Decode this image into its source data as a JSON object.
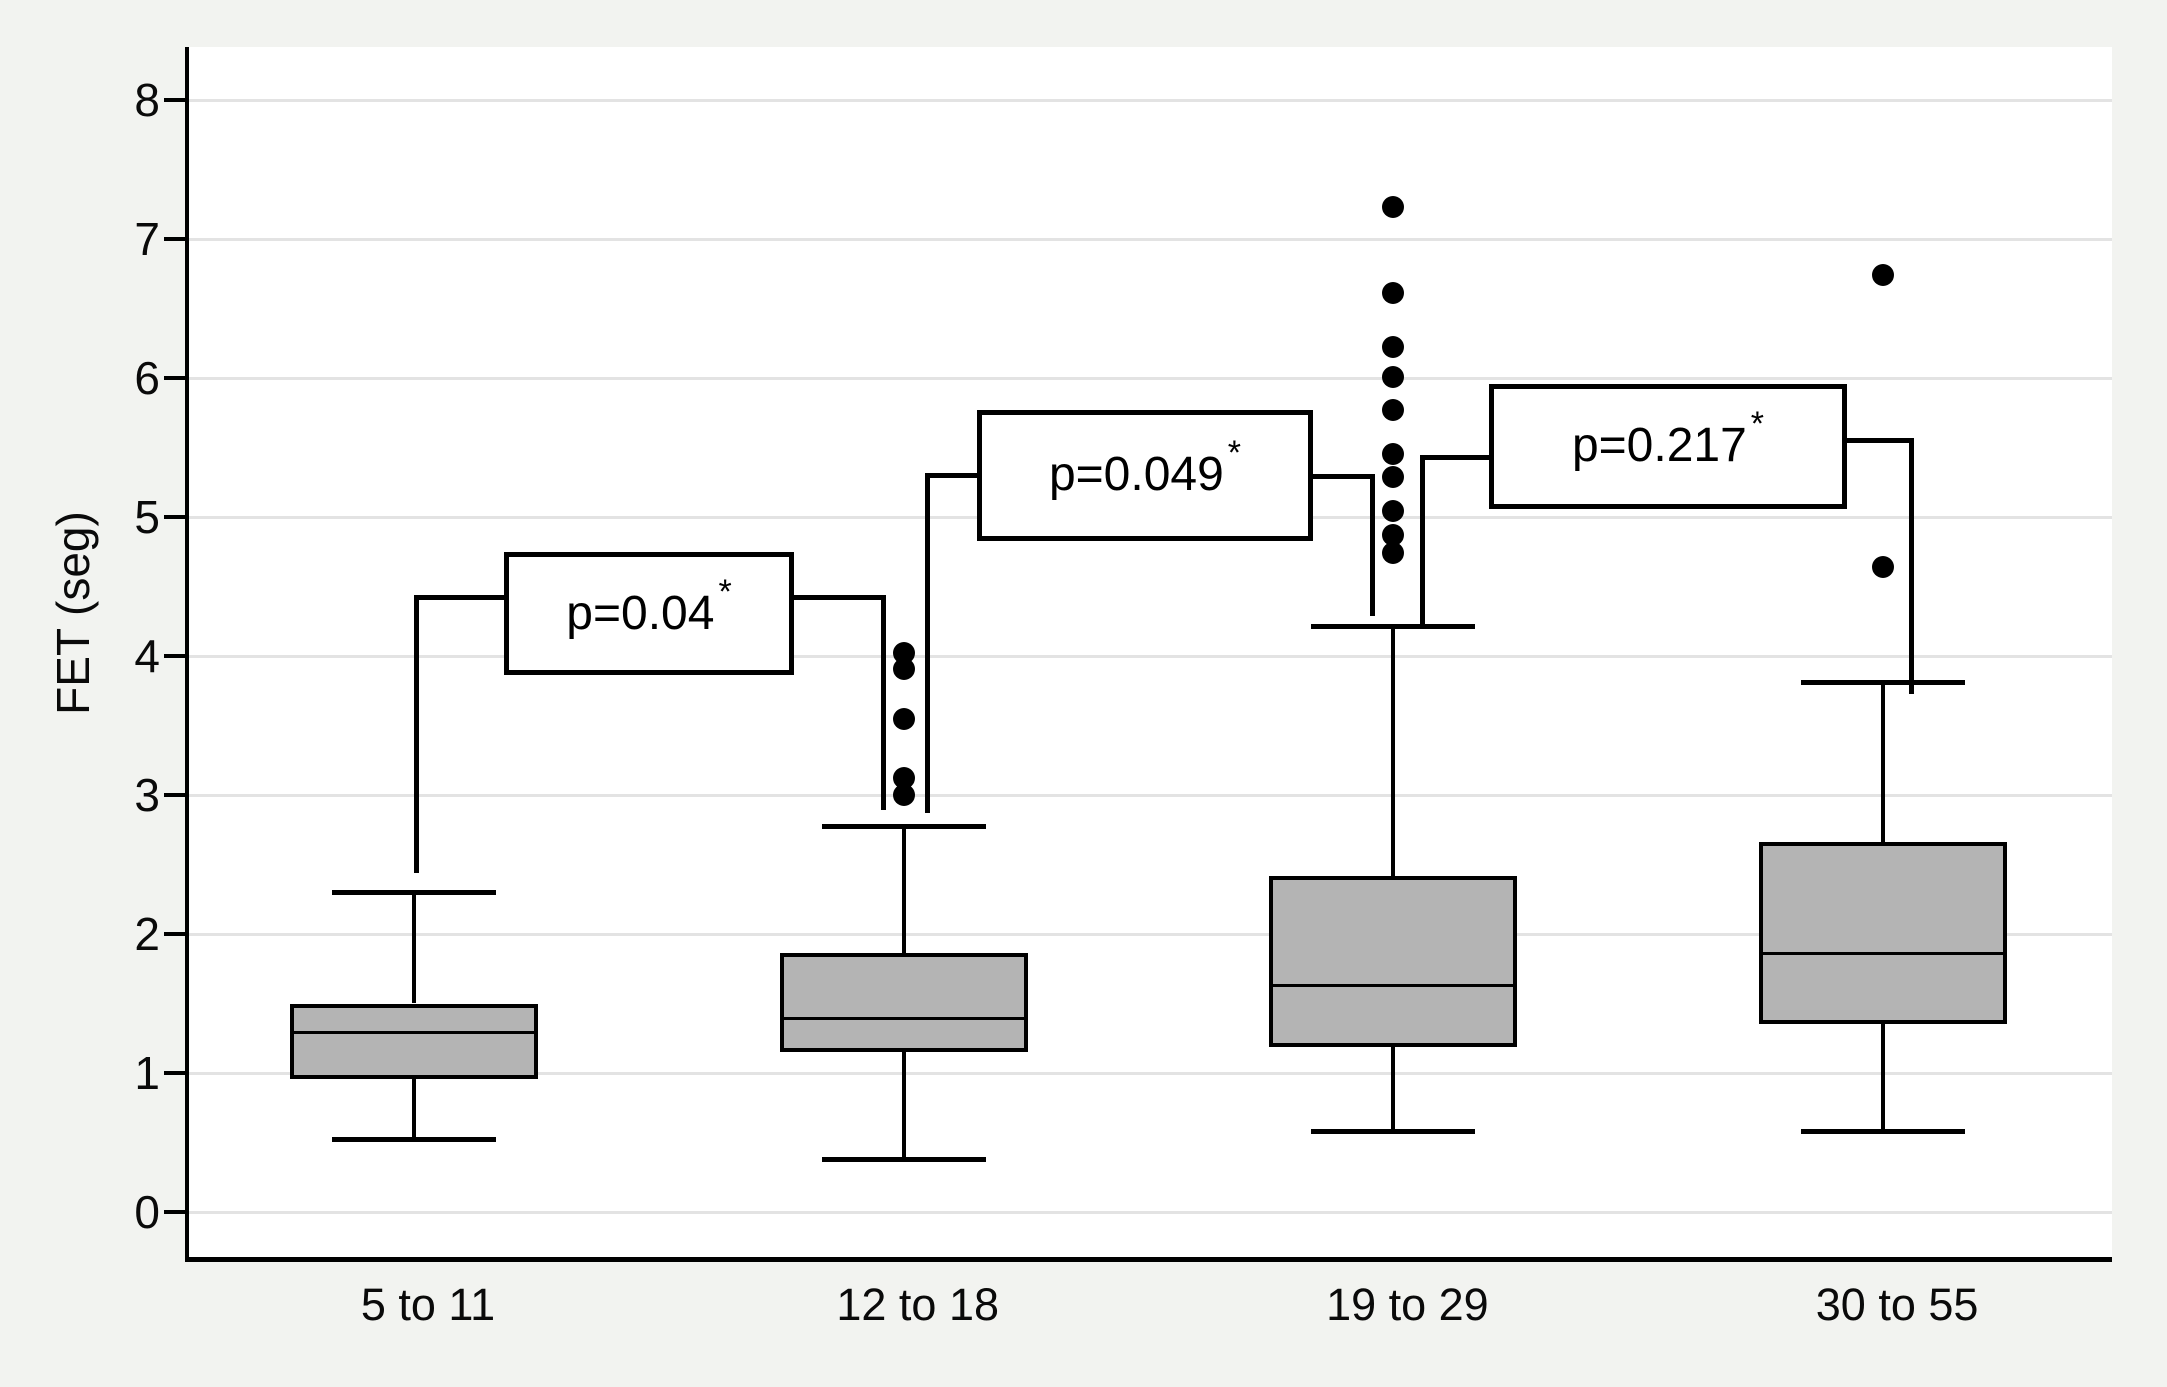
{
  "figure": {
    "background_color": "#f2f3f0",
    "plot_background_color": "#ffffff",
    "grid_color": "#e3e3e3",
    "box_fill_color": "#b4b4b4",
    "line_color": "#000000",
    "text_color": "#0a0a0a"
  },
  "chart_data": {
    "type": "boxplot",
    "title": "",
    "xlabel": "",
    "ylabel": "FET (seg)",
    "ylim": [
      0,
      8.8
    ],
    "yticks": [
      0,
      1,
      2,
      3,
      4,
      5,
      6,
      7,
      8
    ],
    "ytick_labels": [
      "0",
      "1",
      "2",
      "3",
      "4",
      "5",
      "6",
      "7",
      "8"
    ],
    "grid": true,
    "legend": "none",
    "categories": [
      "5 to 11",
      "12 to 18",
      "19 to 29",
      "30 to 55"
    ],
    "series": [
      {
        "category": "5 to 11",
        "whisker_low": 0.52,
        "q1": 0.96,
        "median": 1.29,
        "q3": 1.5,
        "whisker_high": 2.3,
        "outliers": []
      },
      {
        "category": "12 to 18",
        "whisker_low": 0.38,
        "q1": 1.15,
        "median": 1.39,
        "q3": 1.86,
        "whisker_high": 2.77,
        "outliers": [
          3.0,
          3.12,
          3.55,
          3.91,
          4.02
        ]
      },
      {
        "category": "19 to 29",
        "whisker_low": 0.58,
        "q1": 1.19,
        "median": 1.63,
        "q3": 2.42,
        "whisker_high": 4.21,
        "outliers": [
          4.74,
          4.87,
          5.04,
          5.29,
          5.45,
          5.77,
          6.01,
          6.22,
          6.61,
          7.23
        ]
      },
      {
        "category": "30 to 55",
        "whisker_low": 0.58,
        "q1": 1.35,
        "median": 1.86,
        "q3": 2.66,
        "whisker_high": 3.81,
        "outliers": [
          4.64,
          6.74
        ]
      }
    ],
    "comparisons": [
      {
        "label": "p=0.04",
        "superscript": "*",
        "between": [
          "5 to 11",
          "12 to 18"
        ],
        "left": {
          "x": 416,
          "attach_v": 4.42,
          "drop_to_v": 2.44
        },
        "box": {
          "x1": 504,
          "x2": 794,
          "top_v": 4.75,
          "bottom_v": 3.86
        },
        "right": {
          "x": 883,
          "attach_v": 4.42,
          "drop_to_v": 2.89
        }
      },
      {
        "label": "p=0.049",
        "superscript": "*",
        "between": [
          "12 to 18",
          "19 to 29"
        ],
        "left": {
          "x": 927,
          "attach_v": 5.3,
          "drop_to_v": 2.87
        },
        "box": {
          "x1": 977,
          "x2": 1313,
          "top_v": 5.77,
          "bottom_v": 4.83
        },
        "right": {
          "x": 1372,
          "attach_v": 5.29,
          "drop_to_v": 4.29
        }
      },
      {
        "label": "p=0.217",
        "superscript": "*",
        "between": [
          "19 to 29",
          "30 to 55"
        ],
        "left": {
          "x": 1422,
          "attach_v": 5.43,
          "drop_to_v": 4.2
        },
        "box": {
          "x1": 1489,
          "x2": 1847,
          "top_v": 5.96,
          "bottom_v": 5.06
        },
        "right": {
          "x": 1911,
          "attach_v": 5.55,
          "drop_to_v": 3.73
        }
      }
    ]
  }
}
